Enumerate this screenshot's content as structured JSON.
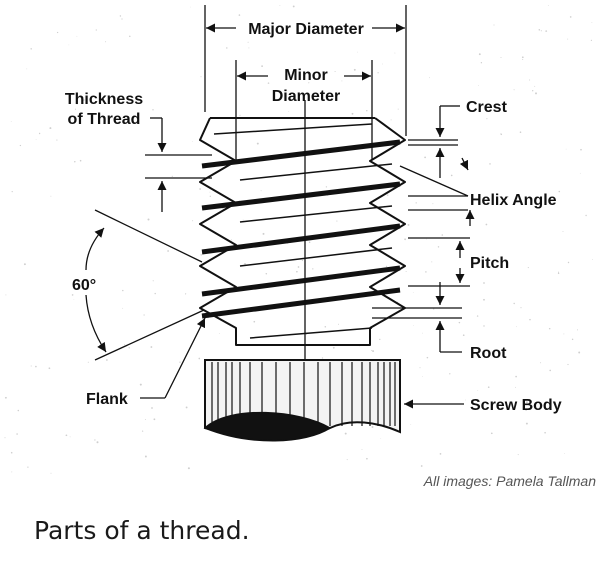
{
  "diagram": {
    "labels": {
      "major_diameter": "Major Diameter",
      "minor_diameter_line1": "Minor",
      "minor_diameter_line2": "Diameter",
      "thickness_line1": "Thickness",
      "thickness_line2": "of Thread",
      "crest": "Crest",
      "helix_angle": "Helix Angle",
      "pitch": "Pitch",
      "angle": "60°",
      "root": "Root",
      "flank": "Flank",
      "screw_body": "Screw Body"
    }
  },
  "credit": "All images: Pamela Tallman",
  "caption": "Parts of a thread."
}
